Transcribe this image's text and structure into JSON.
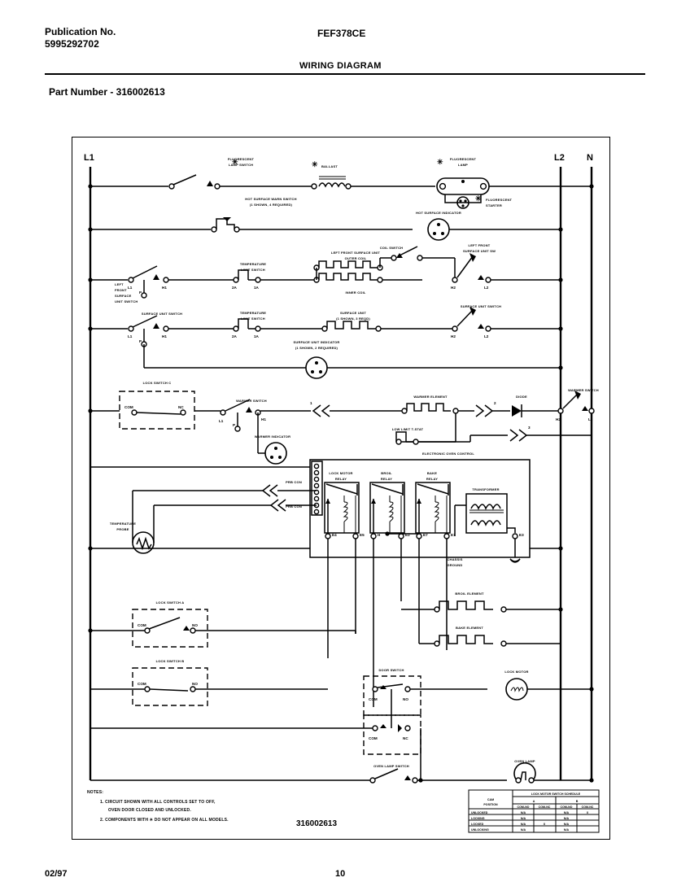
{
  "header": {
    "publication_label": "Publication No.",
    "publication_number": "5995292702",
    "model": "FEF378CE",
    "title": "WIRING DIAGRAM",
    "part_number": "Part Number - 316002613"
  },
  "footer": {
    "date": "02/97",
    "page": "10"
  },
  "diagram": {
    "part_number_center": "316002613",
    "rails": {
      "l1": "L1",
      "l2": "L2",
      "n": "N"
    },
    "components": {
      "fluorescent_lamp_switch": "FLUORESCENT\nLAMP SWITCH",
      "fluorescent_lamp_switch_l1": "FLUORESCENT",
      "fluorescent_lamp_switch_l2": "LAMP SWITCH",
      "ballast": "BALLAST",
      "fluorescent_lamp_l1": "FLUORESCENT",
      "fluorescent_lamp_l2": "LAMP",
      "fluorescent_starter_l1": "FLUORESCENT",
      "fluorescent_starter_l2": "STARTER",
      "hot_surface_warn_switch_l1": "HOT SURFACE WARN SWITCH",
      "hot_surface_warn_switch_l2": "(1 SHOWN, 4 REQUIRED)",
      "hot_surface_indicator": "HOT SURFACE INDICATOR",
      "left_front_surface_unit_switch_l1": "LEFT",
      "left_front_surface_unit_switch_l2": "FRONT",
      "left_front_surface_unit_switch_l3": "SURFACE",
      "left_front_surface_unit_switch_l4": "UNIT SWITCH",
      "temperature_limit_switch_l1": "TEMPERATURE",
      "temperature_limit_switch_l2": "LIMIT SWITCH",
      "left_front_surface_unit_l1": "LEFT FRONT SURFACE UNIT",
      "left_front_surface_unit_l2": "OUTER COIL",
      "inner_coil": "INNER COIL",
      "coil_switch": "COIL SWITCH",
      "left_front_surface_unit_sw_l1": "LEFT FRONT",
      "left_front_surface_unit_sw_l2": "SURFACE UNIT SW",
      "surface_unit_switch": "SURFACE UNIT SWITCH",
      "surface_unit_l1": "SURFACE UNIT",
      "surface_unit_l2": "(1 SHOWN, 3 REQD)",
      "surface_unit_indicator_l1": "SURFACE UNIT INDICATOR",
      "surface_unit_indicator_l2": "(1 SHOWN, 2 REQUIRED)",
      "lock_switch_c": "LOCK SWITCH C",
      "warmer_switch": "WARMER SWITCH",
      "warmer_indicator": "WARMER INDICATOR",
      "warmer_element": "WARMER ELEMENT",
      "low_limit_tstat": "LOW LIMIT T-STAT",
      "diode": "DIODE",
      "warmer_switch_right": "WARMER SWITCH",
      "electronic_oven_control": "ELECTRONIC OVEN CONTROL",
      "lock_motor_relay_l1": "LOCK MOTOR",
      "lock_motor_relay_l2": "RELAY",
      "broil_relay_l1": "BROIL",
      "broil_relay_l2": "RELAY",
      "bake_relay_l1": "BAKE",
      "bake_relay_l2": "RELAY",
      "transformer": "TRANSFORMER",
      "chassis_ground_l1": "CHASSIS",
      "chassis_ground_l2": "GROUND",
      "temperature_probe_l1": "TEMPERATURE",
      "temperature_probe_l2": "PROBE",
      "prb_con_1": "PRB CON",
      "prb_con_2": "PRB CON",
      "lock_switch_a": "LOCK SWITCH A",
      "lock_switch_b": "LOCK SWITCH B",
      "broil_element": "BROIL ELEMENT",
      "bake_element": "BAKE ELEMENT",
      "door_switch": "DOOR SWITCH",
      "lock_motor": "LOCK MOTOR",
      "oven_lamp_switch": "OVEN LAMP SWITCH",
      "oven_lamp": "OVEN LAMP"
    },
    "terminals": {
      "sw_l1": "L1",
      "sw_p": "P",
      "sw_h1": "H1",
      "sw_h2": "H2",
      "sw_l2": "L2",
      "t_2a": "2A",
      "t_1a": "1A",
      "com": "COM",
      "nc": "NC",
      "no": "NO",
      "e1": "E1",
      "e2": "E2",
      "e3": "E3",
      "e4": "E4",
      "e5": "E5",
      "e7": "E7",
      "h": "H",
      "num_1": "1",
      "num_2": "2",
      "num_3": "3"
    },
    "notes": {
      "heading": "NOTES:",
      "items": [
        "1.  CIRCUIT SHOWN WITH ALL CONTROLS SET TO OFF,",
        "OVEN DOOR CLOSED AND UNLOCKED.",
        "2.  COMPONENTS WITH ✳ DO NOT APPEAR ON ALL MODELS."
      ]
    },
    "switch_schedule": {
      "title": "LOCK MOTOR SWITCH SCHEDULE",
      "corner_l1": "CAM",
      "corner_l2": "POSITION",
      "group_a": "A",
      "group_b": "B",
      "subheaders": [
        "COM-NO",
        "COM-NC",
        "COM-NO",
        "COM-NC"
      ],
      "rows": [
        {
          "label": "UNLOCKED",
          "cells": [
            "N/A",
            "",
            "N/A",
            "X"
          ]
        },
        {
          "label": "LOCKING",
          "cells": [
            "N/A",
            "",
            "N/A",
            ""
          ]
        },
        {
          "label": "LOCKED",
          "cells": [
            "N/A",
            "X",
            "N/A",
            ""
          ]
        },
        {
          "label": "UNLOCKING",
          "cells": [
            "N/A",
            "",
            "N/A",
            ""
          ]
        }
      ]
    }
  }
}
